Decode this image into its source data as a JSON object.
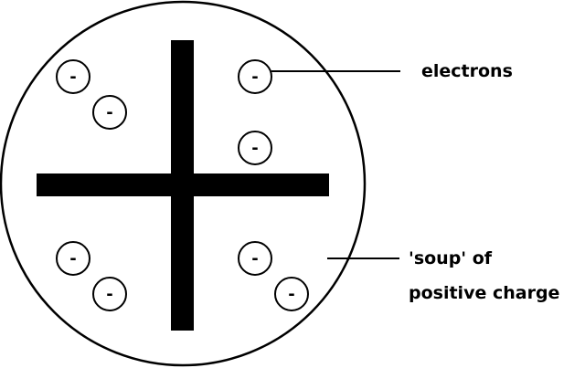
{
  "electron_symbol": "-",
  "labels": {
    "electrons": "electrons",
    "soup_line1": "'soup' of",
    "soup_line2": "positive charge"
  },
  "colors": {
    "stroke": "#000000",
    "background": "#ffffff"
  }
}
